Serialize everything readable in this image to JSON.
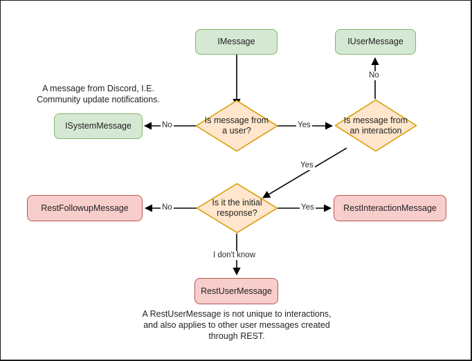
{
  "diagram": {
    "title": "Discord message type decision flowchart",
    "colors": {
      "green_fill": "#d5e8d4",
      "green_stroke": "#82b366",
      "orange_fill": "#ffe6cc",
      "orange_stroke": "#d79b00",
      "pink_fill": "#f8cecc",
      "pink_stroke": "#b85450",
      "edge_stroke": "#000000",
      "canvas_border": "#1a1a1a",
      "background": "#ffffff"
    },
    "nodes": {
      "imessage": "IMessage",
      "iusermessage": "IUserMessage",
      "isystemmessage": "ISystemMessage",
      "restfollowupmessage": "RestFollowupMessage",
      "restinteractionmessage": "RestInteractionMessage",
      "restusermessage": "RestUserMessage"
    },
    "decisions": {
      "from_user": "Is message from\na user?",
      "from_interaction": "Is message from\nan interaction",
      "initial_response": "Is it the initial\nresponse?"
    },
    "edge_labels": {
      "from_user_no": "No",
      "from_user_yes": "Yes",
      "from_interaction_no": "No",
      "from_interaction_yes": "Yes",
      "initial_response_no": "No",
      "initial_response_yes": "Yes",
      "initial_response_unknown": "I don't know"
    },
    "notes": {
      "system_message": "A message from Discord, I.E.\nCommunity update notifications.",
      "rest_user_message": "A RestUserMessage is not unique to interactions,\nand also applies to other user messages created\nthrough REST."
    }
  }
}
